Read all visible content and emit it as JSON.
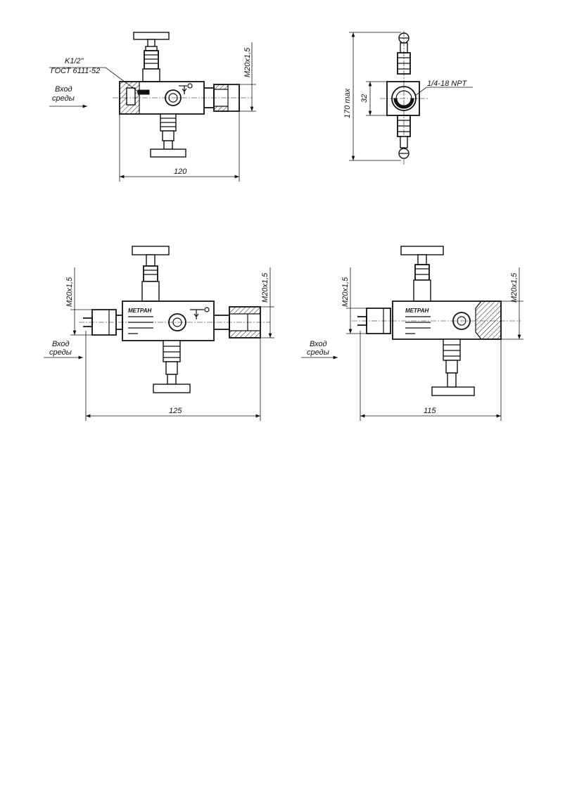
{
  "drawings": {
    "top_left": {
      "thread_label_1": "K1/2\"",
      "thread_label_2": "ГОСТ 6111-52",
      "inlet_label_1": "Вход",
      "inlet_label_2": "среды",
      "thread_m20": "M20x1,5",
      "width_dim": "120"
    },
    "top_right": {
      "height_dim": "170 max",
      "body_dim": "32",
      "npt_label": "1/4-18 NPT"
    },
    "bottom_left": {
      "thread_left": "M20x1,5",
      "thread_right": "M20x1,5",
      "inlet_label_1": "Вход",
      "inlet_label_2": "среды",
      "width_dim": "125",
      "plate_brand": "МЕТРАН"
    },
    "bottom_right": {
      "thread_left": "M20x1,5",
      "thread_right": "M20x1,5",
      "inlet_label_1": "Вход",
      "inlet_label_2": "среды",
      "width_dim": "115",
      "plate_brand": "МЕТРАН"
    }
  },
  "colors": {
    "line": "#111111",
    "background": "#ffffff"
  }
}
